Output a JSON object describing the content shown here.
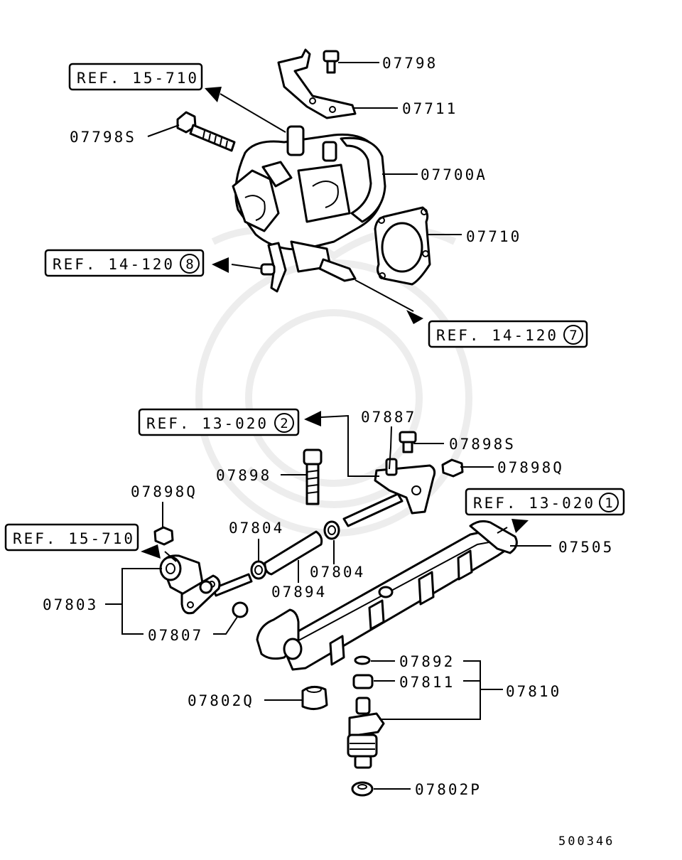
{
  "diagram_code": "500346",
  "parts": {
    "p07798": "07798",
    "p07711": "07711",
    "p07798S": "07798S",
    "p07700A": "07700A",
    "p07710": "07710",
    "p07887": "07887",
    "p07898S": "07898S",
    "p07898Q_top": "07898Q",
    "p07898": "07898",
    "p07898Q_left": "07898Q",
    "p07804_a": "07804",
    "p07804_b": "07804",
    "p07894": "07894",
    "p07505": "07505",
    "p07803": "07803",
    "p07807": "07807",
    "p07892": "07892",
    "p07811": "07811",
    "p07810": "07810",
    "p07802Q": "07802Q",
    "p07802P": "07802P"
  },
  "refs": {
    "ref_15_710_top": {
      "text": "REF. 15-710",
      "circle": ""
    },
    "ref_14_120_8": {
      "text": "REF. 14-120",
      "circle": "8"
    },
    "ref_14_120_7": {
      "text": "REF. 14-120",
      "circle": "7"
    },
    "ref_13_020_2": {
      "text": "REF. 13-020",
      "circle": "2"
    },
    "ref_13_020_1": {
      "text": "REF. 13-020",
      "circle": "1"
    },
    "ref_15_710_left": {
      "text": "REF. 15-710",
      "circle": ""
    }
  }
}
